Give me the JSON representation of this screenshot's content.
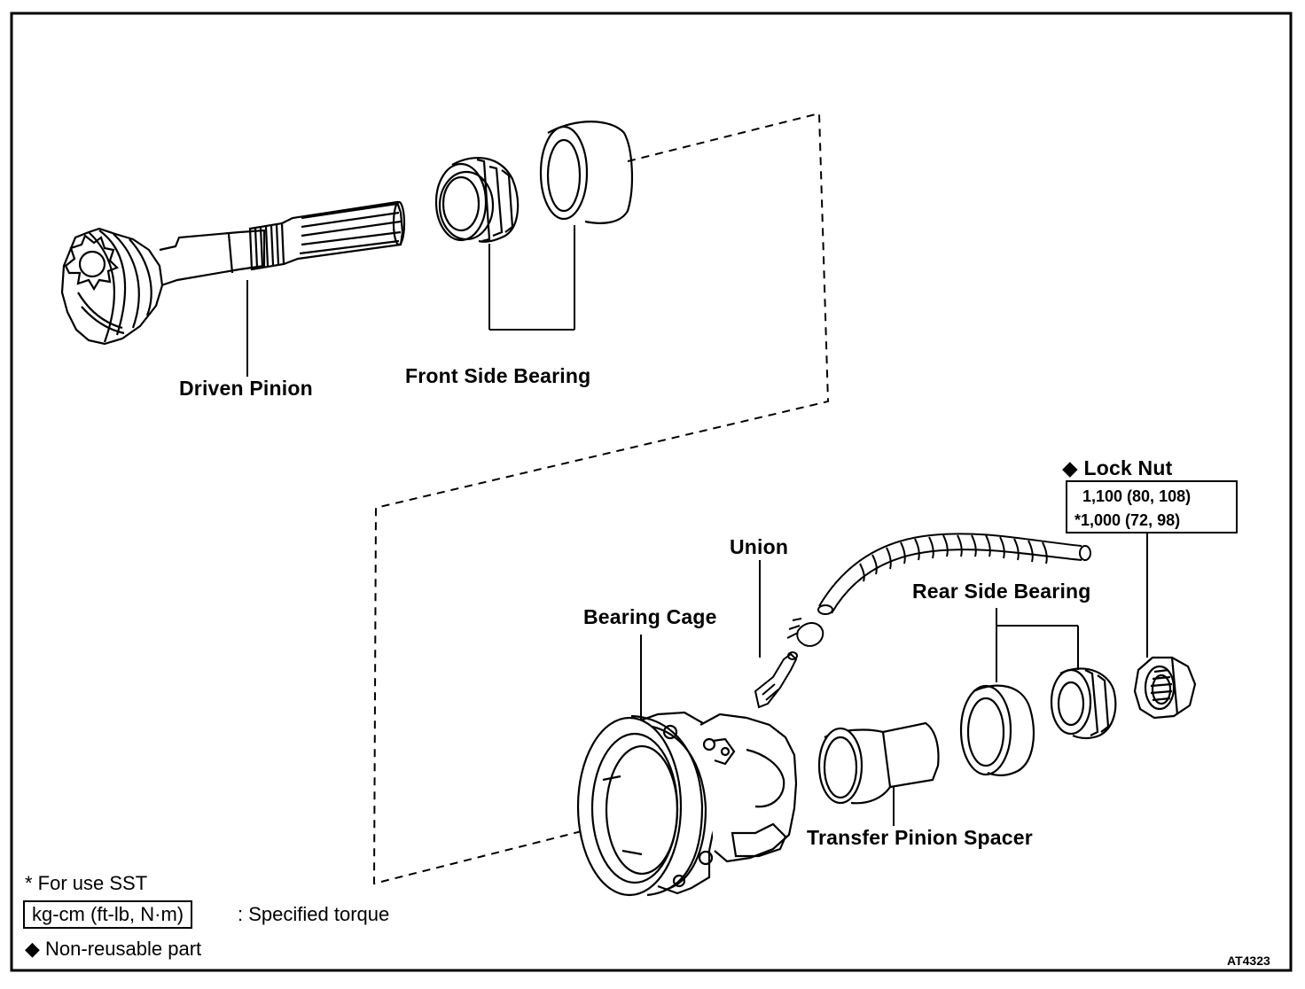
{
  "labels": {
    "driven_pinion": "Driven Pinion",
    "front_side_bearing": "Front Side Bearing",
    "lock_nut": "Lock Nut",
    "union": "Union",
    "rear_side_bearing": "Rear Side Bearing",
    "bearing_cage": "Bearing Cage",
    "transfer_pinion_spacer": "Transfer Pinion Spacer"
  },
  "non_reusable_symbol": "◆",
  "torque": {
    "standard": "1,100 (80, 108)",
    "sst": "*1,000 (72, 98)"
  },
  "legend": {
    "sst_note": "* For use SST",
    "unit_box": "kg-cm (ft-lb, N·m)",
    "specified_torque": ": Specified torque",
    "non_reusable": "Non-reusable part"
  },
  "figure_code": "AT4323"
}
